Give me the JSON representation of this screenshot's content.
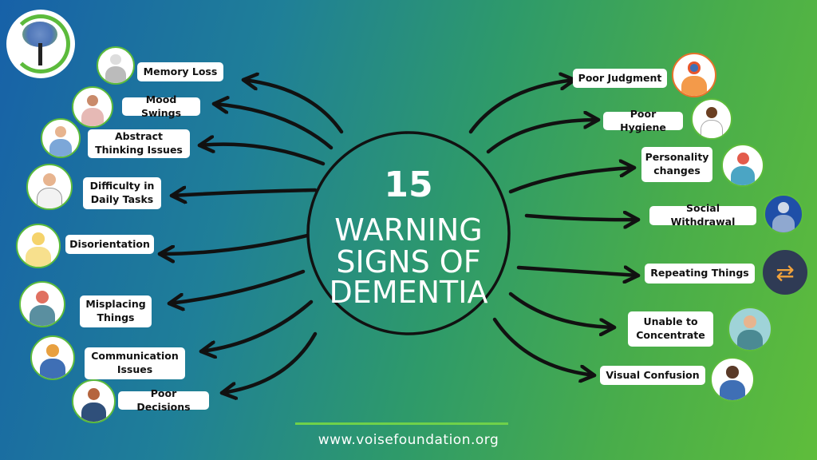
{
  "title": {
    "number": "15",
    "line1": "WARNING",
    "line2": "SIGNS OF",
    "line3": "DEMENTIA"
  },
  "left_signs": [
    {
      "label": "Memory Loss",
      "icon": "worried-elderly-person-icon"
    },
    {
      "label": "Mood Swings",
      "icon": "person-covering-face-icon"
    },
    {
      "label": "Abstract Thinking Issues",
      "icon": "confused-man-icon"
    },
    {
      "label": "Difficulty in Daily Tasks",
      "icon": "stressed-man-icon"
    },
    {
      "label": "Disorientation",
      "icon": "disoriented-person-icon"
    },
    {
      "label": "Misplacing Things",
      "icon": "scattered-items-icon"
    },
    {
      "label": "Communication Issues",
      "icon": "group-chart-icon"
    },
    {
      "label": "Poor Decisions",
      "icon": "woman-at-desk-icon"
    }
  ],
  "right_signs": [
    {
      "label": "Poor Judgment",
      "icon": "pointing-hands-icon"
    },
    {
      "label": "Poor Hygiene",
      "icon": "washing-hands-icon"
    },
    {
      "label": "Personality changes",
      "icon": "multiple-masks-icon"
    },
    {
      "label": "Social Withdrawal",
      "icon": "isolated-person-icon"
    },
    {
      "label": "Repeating Things",
      "icon": "repeat-icon"
    },
    {
      "label": "Unable to Concentrate",
      "icon": "distracted-person-icon"
    },
    {
      "label": "Visual Confusion",
      "icon": "confused-woman-icon"
    }
  ],
  "footer": {
    "url": "www.voisefoundation.org"
  },
  "colors": {
    "accent": "#5cbb3c",
    "blue": "#1761a8"
  }
}
